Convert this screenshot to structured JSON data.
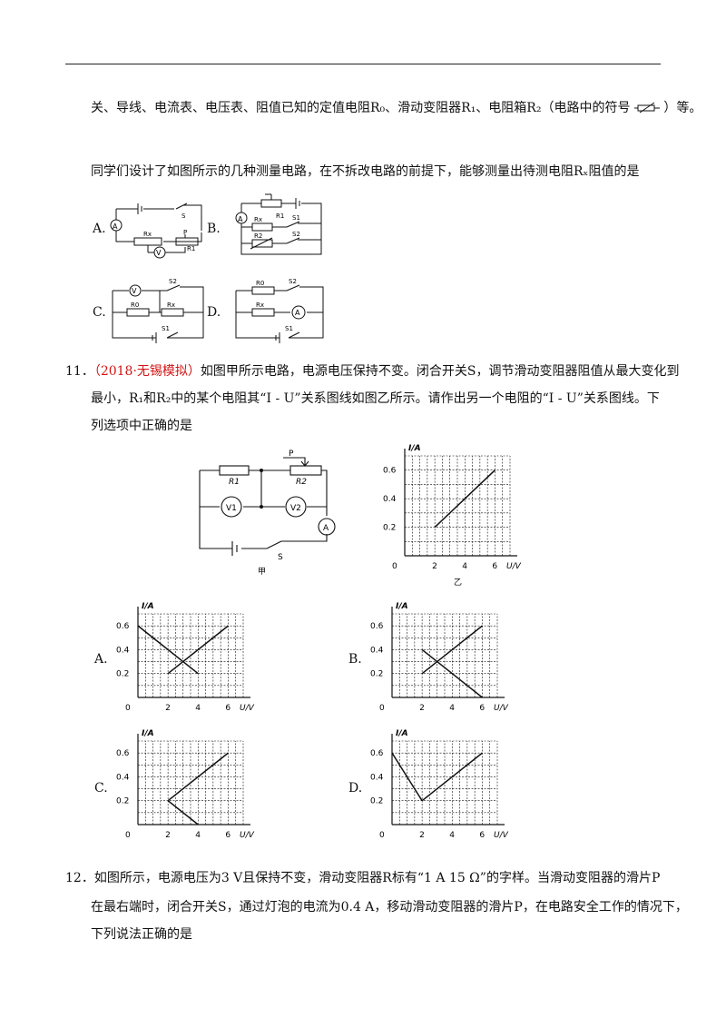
{
  "q10": {
    "line1": "关、导线、电流表、电压表、阻值已知的定值电阻R₀、滑动变阻器R₁、电阻箱R₂（电路中的符号",
    "line1_end": "）等。",
    "line2": "同学们设计了如图所示的几种测量电路，在不拆改电路的前提下，能够测量出待测电阻Rₓ阻值的是",
    "options": [
      "A.",
      "B.",
      "C.",
      "D."
    ]
  },
  "q11": {
    "number": "11．",
    "source": "（2018·无锡模拟）",
    "line1": "如图甲所示电路，电源电压保持不变。闭合开关S，调节滑动变阻器阻值从最大变化到",
    "line2": "最小，R₁和R₂中的某个电阻其“I - U”关系图线如图乙所示。请作出另一个电阻的“I - U”关系图线。下",
    "line3": "列选项中正确的是",
    "fig_a_label": "甲",
    "fig_b_label": "乙",
    "options": [
      "A.",
      "B.",
      "C.",
      "D."
    ]
  },
  "q12": {
    "number": "12．",
    "line1": "如图所示，电源电压为3 V且保持不变，滑动变阻器R标有“1 A  15 Ω”的字样。当滑动变阻器的滑片P",
    "line2": "在最右端时，闭合开关S，通过灯泡的电流为0.4 A，移动滑动变阻器的滑片P，在电路安全工作的情况下，",
    "line3": "下列说法正确的是"
  },
  "circuit_labels": {
    "ammeter": "A",
    "voltmeter": "V",
    "v1": "V1",
    "v2": "V2",
    "switch": "S",
    "s1": "S1",
    "s2": "S2",
    "r0": "R0",
    "rx": "Rx",
    "r1": "R1",
    "r2": "R2",
    "p": "P"
  },
  "chart_data": [
    {
      "type": "line",
      "name": "乙",
      "xlabel": "U/V",
      "ylabel": "I/A",
      "xticks": [
        0,
        2,
        4,
        6
      ],
      "yticks": [
        0.2,
        0.4,
        0.6
      ],
      "xlim": [
        0,
        7
      ],
      "ylim": [
        0,
        0.7
      ],
      "grid": true,
      "series": [
        {
          "points": [
            [
              2,
              0.2
            ],
            [
              6,
              0.6
            ]
          ]
        }
      ]
    },
    {
      "type": "line",
      "name": "A",
      "xlabel": "U/V",
      "ylabel": "I/A",
      "xticks": [
        0,
        2,
        4,
        6
      ],
      "yticks": [
        0.2,
        0.4,
        0.6
      ],
      "xlim": [
        0,
        7
      ],
      "ylim": [
        0,
        0.7
      ],
      "grid": true,
      "series": [
        {
          "points": [
            [
              2,
              0.2
            ],
            [
              6,
              0.6
            ]
          ]
        },
        {
          "points": [
            [
              0,
              0.6
            ],
            [
              4,
              0.2
            ]
          ]
        }
      ]
    },
    {
      "type": "line",
      "name": "B",
      "xlabel": "U/V",
      "ylabel": "I/A",
      "xticks": [
        0,
        2,
        4,
        6
      ],
      "yticks": [
        0.2,
        0.4,
        0.6
      ],
      "xlim": [
        0,
        7
      ],
      "ylim": [
        0,
        0.7
      ],
      "grid": true,
      "series": [
        {
          "points": [
            [
              2,
              0.2
            ],
            [
              6,
              0.6
            ]
          ]
        },
        {
          "points": [
            [
              2,
              0.4
            ],
            [
              6,
              0
            ]
          ]
        }
      ]
    },
    {
      "type": "line",
      "name": "C",
      "xlabel": "U/V",
      "ylabel": "I/A",
      "xticks": [
        0,
        2,
        4,
        6
      ],
      "yticks": [
        0.2,
        0.4,
        0.6
      ],
      "xlim": [
        0,
        7
      ],
      "ylim": [
        0,
        0.7
      ],
      "grid": true,
      "series": [
        {
          "points": [
            [
              2,
              0.2
            ],
            [
              6,
              0.6
            ]
          ]
        },
        {
          "points": [
            [
              2,
              0.2
            ],
            [
              4,
              0
            ]
          ]
        }
      ]
    },
    {
      "type": "line",
      "name": "D",
      "xlabel": "U/V",
      "ylabel": "I/A",
      "xticks": [
        0,
        2,
        4,
        6
      ],
      "yticks": [
        0.2,
        0.4,
        0.6
      ],
      "xlim": [
        0,
        7
      ],
      "ylim": [
        0,
        0.7
      ],
      "grid": true,
      "series": [
        {
          "points": [
            [
              2,
              0.2
            ],
            [
              6,
              0.6
            ]
          ]
        },
        {
          "points": [
            [
              0,
              0.6
            ],
            [
              2,
              0.2
            ]
          ]
        }
      ]
    }
  ]
}
